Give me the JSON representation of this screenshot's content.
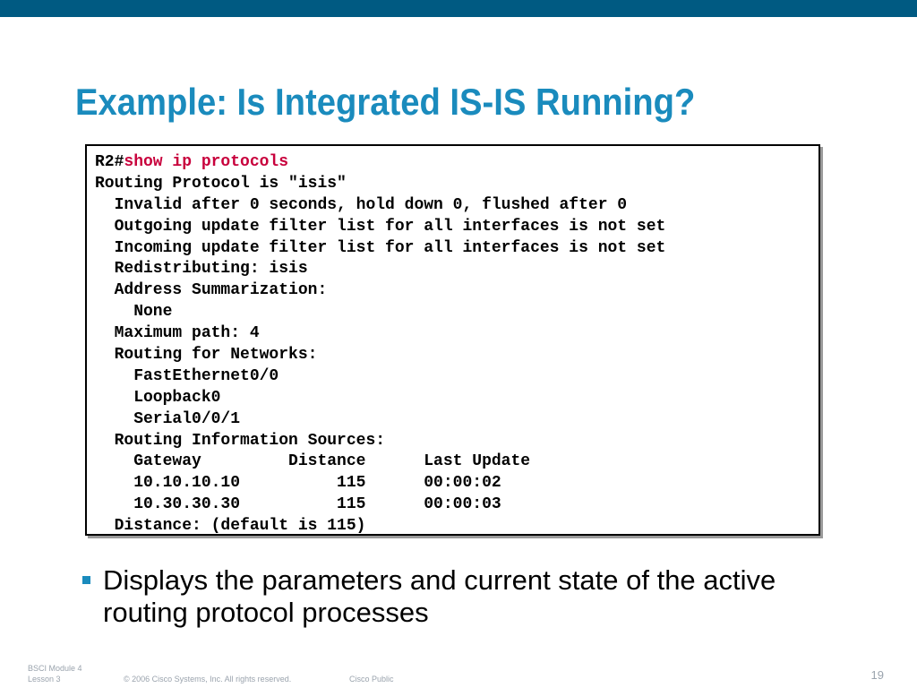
{
  "slide": {
    "title": "Example: Is Integrated IS-IS Running?",
    "accent_color": "#1a8bbd",
    "bar_color": "#005a82"
  },
  "terminal": {
    "prompt": "R2#",
    "command": "show ip protocols",
    "command_color": "#c8003c",
    "lines": [
      "Routing Protocol is \"isis\"",
      "  Invalid after 0 seconds, hold down 0, flushed after 0",
      "  Outgoing update filter list for all interfaces is not set",
      "  Incoming update filter list for all interfaces is not set",
      "  Redistributing: isis",
      "  Address Summarization:",
      "    None",
      "  Maximum path: 4",
      "  Routing for Networks:",
      "    FastEthernet0/0",
      "    Loopback0",
      "    Serial0/0/1",
      "  Routing Information Sources:",
      "    Gateway         Distance      Last Update",
      "    10.10.10.10          115      00:00:02",
      "    10.30.30.30          115      00:00:03",
      "  Distance: (default is 115)"
    ]
  },
  "bullets": [
    "Displays the parameters and current state of the active routing protocol processes"
  ],
  "footer": {
    "module": "BSCI Module 4",
    "lesson": "Lesson 3",
    "copyright": "© 2006 Cisco Systems, Inc. All rights reserved.",
    "classification": "Cisco Public",
    "page_number": "19"
  }
}
